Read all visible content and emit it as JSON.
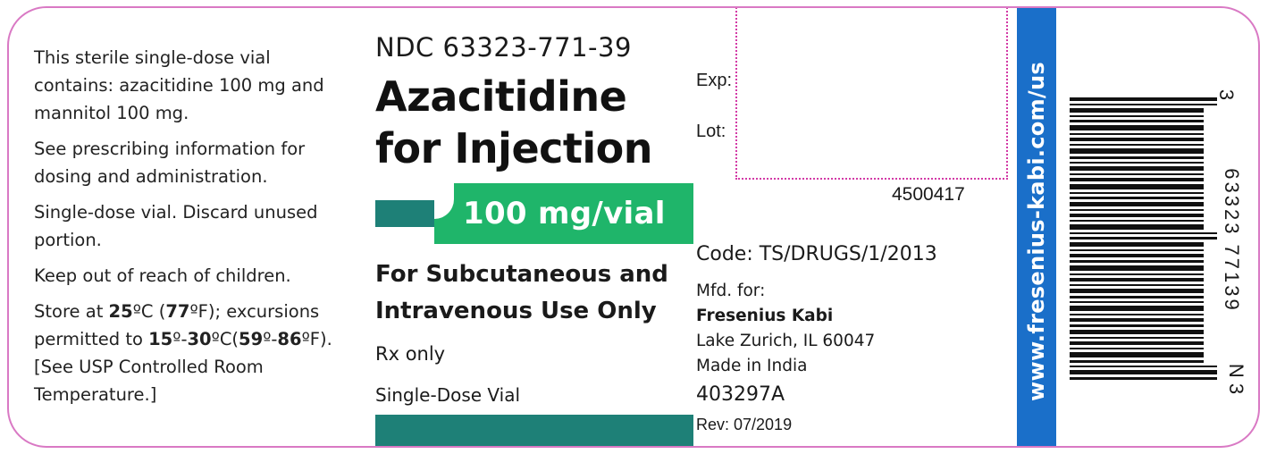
{
  "left_panel": {
    "contents_line1": "This sterile single-dose vial",
    "contents_line2": "contains: azacitidine 100 mg and",
    "contents_line3": "mannitol 100 mg.",
    "prescribing_line1": "See prescribing information for",
    "prescribing_line2": "dosing and administration.",
    "single_dose_line1": "Single-dose vial. Discard unused",
    "single_dose_line2": "portion.",
    "keep_out": "Keep out of reach of children.",
    "storage": {
      "t1": "Store at ",
      "b1": "25",
      "t2": "ºC (",
      "b2": "77",
      "t3": "ºF); excursions",
      "t4": "permitted to ",
      "b3": "15",
      "t5": "º-",
      "b4": "30",
      "t6": "ºC(",
      "b5": "59",
      "t7": "º-",
      "b6": "86",
      "t8": "ºF).",
      "line3": "[See USP Controlled Room",
      "line4": "Temperature.]"
    }
  },
  "center_panel": {
    "ndc": "NDC 63323-771-39",
    "drug_name_line1": "Azacitidine",
    "drug_name_line2": "for Injection",
    "strength": "100 mg/vial",
    "route_line1": "For Subcutaneous and",
    "route_line2": "Intravenous Use Only",
    "rx_only": "Rx only",
    "vial_type": "Single-Dose Vial"
  },
  "right_panel": {
    "exp_label": "Exp:",
    "lot_label": "Lot:",
    "item_number": "4500417",
    "code": "Code: TS/DRUGS/1/2013",
    "mfd_for": "Mfd. for:",
    "company": "Fresenius Kabi",
    "address": "Lake Zurich, IL 60047",
    "made_in": "Made in India",
    "product_code": "403297A",
    "revision": "Rev: 07/2019"
  },
  "band": {
    "url": "www.fresenius-kabi.com/us"
  },
  "barcode": {
    "digits": "63323 77139",
    "digit_top": "3",
    "digit_bottom": "N 3"
  },
  "colors": {
    "teal": "#1e8077",
    "green": "#1fb56a",
    "blue": "#1a6fc9",
    "border": "#d979c4",
    "dotted": "#d33aa6"
  }
}
